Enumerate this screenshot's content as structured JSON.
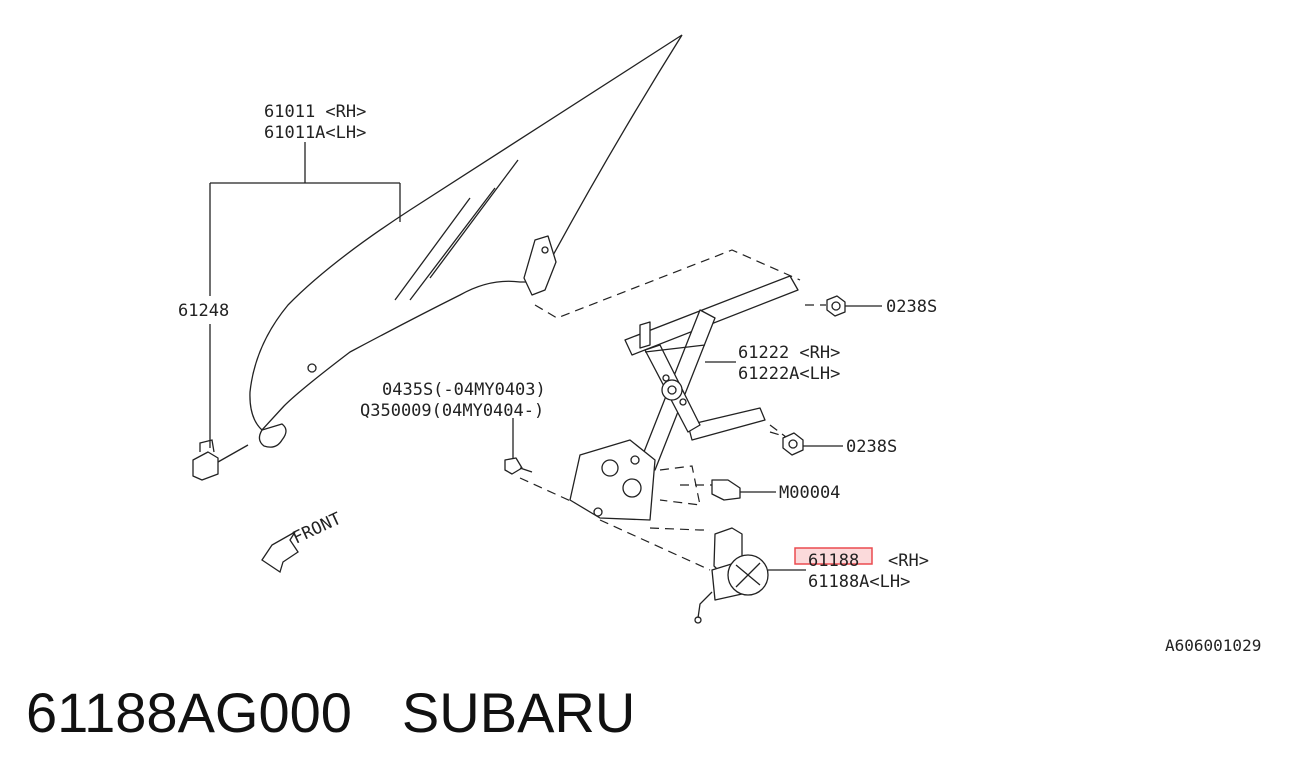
{
  "labels": {
    "glass_rh": "61011 <RH>",
    "glass_lh": "61011A<LH>",
    "clip": "61248",
    "nut_top": "0238S",
    "regulator_rh": "61222 <RH>",
    "regulator_lh": "61222A<LH>",
    "bolt_a": "0435S(-04MY0403)",
    "bolt_b": "Q350009(04MY0404-)",
    "nut_mid": "0238S",
    "bolt_m": "M00004",
    "motor_rh_num": "61188",
    "motor_rh_side": "<RH>",
    "motor_lh": "61188A<LH>",
    "front": "FRONT",
    "figure_code": "A606001029"
  },
  "highlight_color": "#e8383d",
  "part_number": "61188AG000",
  "brand": "SUBARU"
}
